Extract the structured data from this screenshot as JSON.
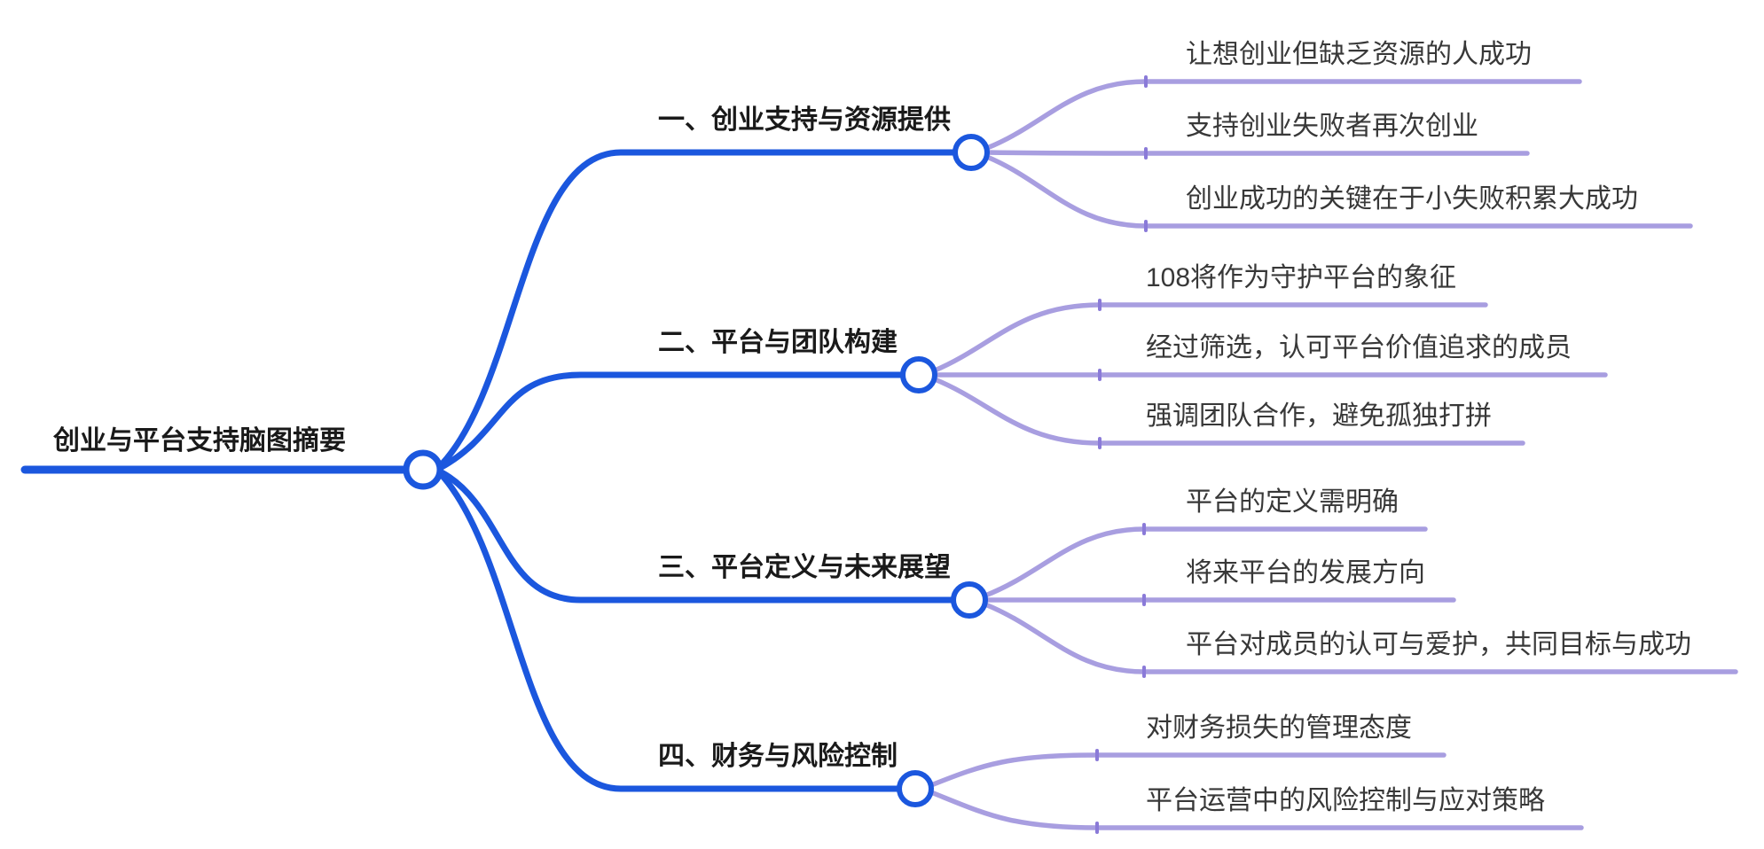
{
  "colors": {
    "edge-blue": "#1b57de",
    "edge-purple": "#a89ee0",
    "tick-purple": "#8a7ad8",
    "title-color": "#1a1a1a",
    "child-color": "#383838",
    "bg": "#ffffff"
  },
  "mindmap": {
    "root": {
      "label": "创业与平台支持脑图摘要"
    },
    "branches": [
      {
        "label": "一、创业支持与资源提供",
        "children": [
          {
            "label": "让想创业但缺乏资源的人成功"
          },
          {
            "label": "支持创业失败者再次创业"
          },
          {
            "label": "创业成功的关键在于小失败积累大成功"
          }
        ]
      },
      {
        "label": "二、平台与团队构建",
        "children": [
          {
            "label": "108将作为守护平台的象征"
          },
          {
            "label": "经过筛选，认可平台价值追求的成员"
          },
          {
            "label": "强调团队合作，避免孤独打拼"
          }
        ]
      },
      {
        "label": "三、平台定义与未来展望",
        "children": [
          {
            "label": "平台的定义需明确"
          },
          {
            "label": "将来平台的发展方向"
          },
          {
            "label": "平台对成员的认可与爱护，共同目标与成功"
          }
        ]
      },
      {
        "label": "四、财务与风险控制",
        "children": [
          {
            "label": "对财务损失的管理态度"
          },
          {
            "label": "平台运营中的风险控制与应对策略"
          }
        ]
      }
    ]
  }
}
